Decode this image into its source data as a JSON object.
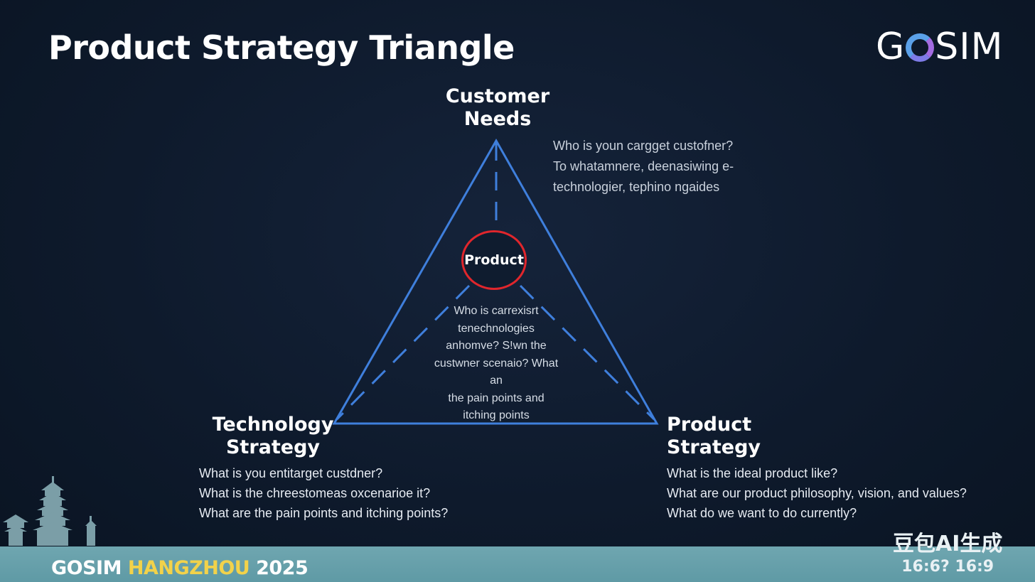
{
  "title": "Product Strategy Triangle",
  "logo": {
    "prefix": "G",
    "suffix": "SIM"
  },
  "nodes": {
    "customer_needs": "Customer\nNeeds",
    "technology_strategy": "Technology\nStrategy",
    "product_strategy": "Product\nStrategy",
    "center": "Product"
  },
  "questions": {
    "customer": [
      "Who is youn cargget custofner?",
      "To whatamnere, deenasiwing e-",
      "technologier, tephino ngaides"
    ],
    "center": [
      "Who is carrexisrt",
      "tenechnologies",
      "anhomve? S!wn the",
      "custwner scenaio? What an",
      "the pain points and",
      "itching points"
    ],
    "technology": [
      "What is you entitarget custdner?",
      "What is the chreestomeas oxcenarioe it?",
      "What are the pain points and itching points?"
    ],
    "product": [
      "What is the ideal product like?",
      "What are our product philosophy, vision, and values?",
      "What do we want to do currently?"
    ]
  },
  "footer": {
    "event": "GOSIM",
    "city": "HANGZHOU",
    "year": "2025"
  },
  "watermark": {
    "line1": "豆包AI生成",
    "line2": "16:6? 16:9"
  },
  "colors": {
    "triangle": "#3f7fdc",
    "center_ring": "#e0262c",
    "footer_bg": "#6fa6b0",
    "city_yellow": "#f2d24a"
  }
}
